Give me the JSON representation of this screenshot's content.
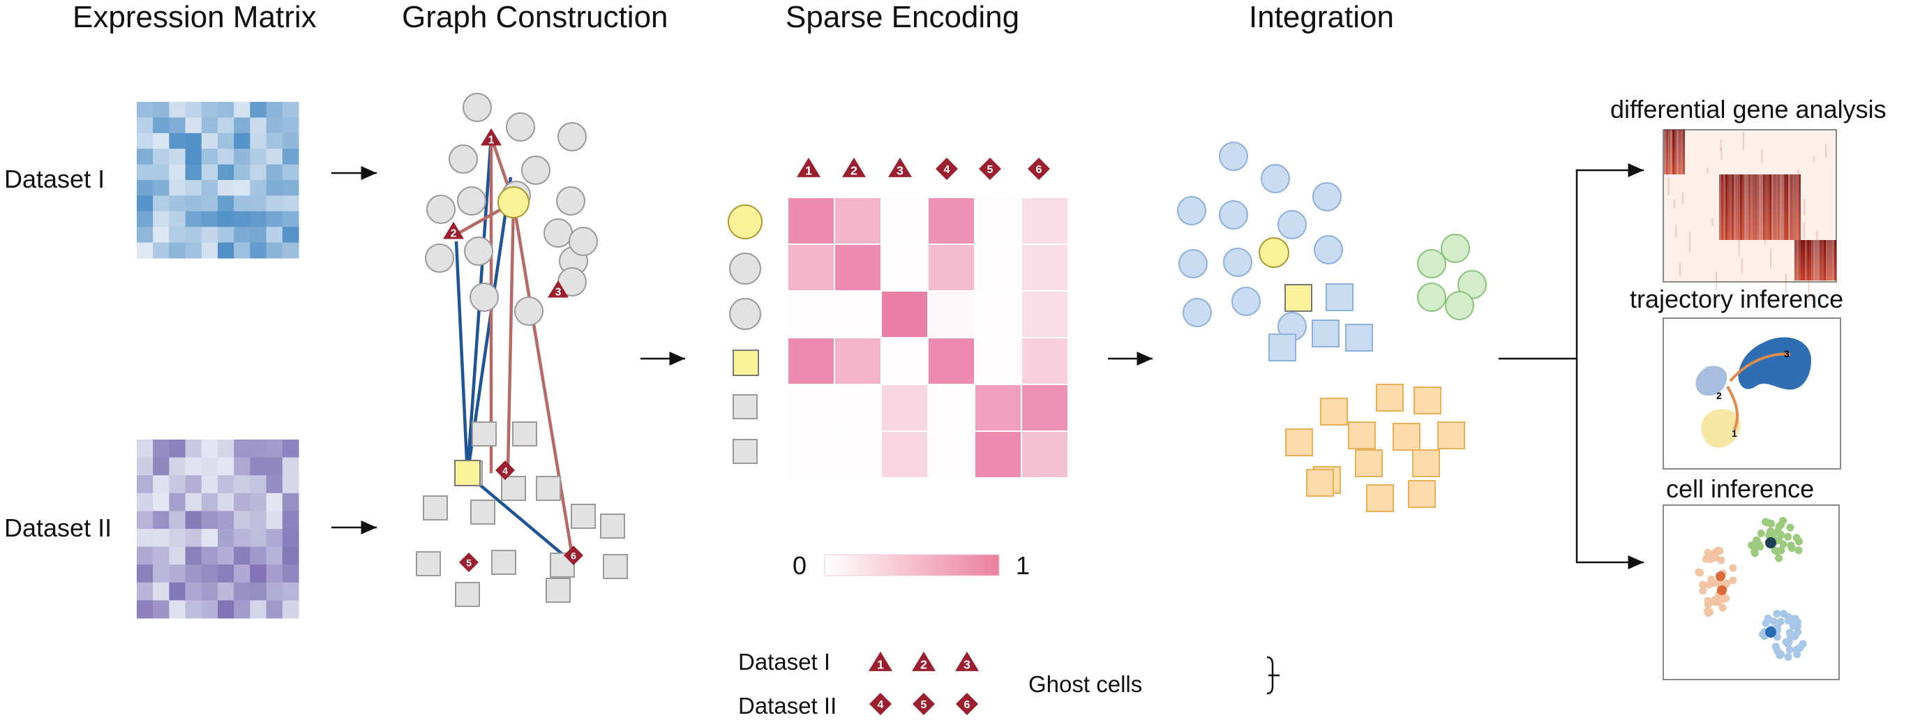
{
  "stages": {
    "expression_matrix": "Expression Matrix",
    "graph_construction": "Graph Construction",
    "sparse_encoding": "Sparse Encoding",
    "integration": "Integration"
  },
  "datasets": {
    "dataset_1": "Dataset I",
    "dataset_2": "Dataset II"
  },
  "ghost_markers": {
    "m1": "1",
    "m2": "2",
    "m3": "3",
    "m4": "4",
    "m5": "5",
    "m6": "6"
  },
  "colorbar": {
    "min": "0",
    "max": "1"
  },
  "legend": {
    "dataset_1": "Dataset I",
    "dataset_2": "Dataset II",
    "ghost_cells": "Ghost cells"
  },
  "downstream": {
    "differential": "differential gene analysis",
    "trajectory": "trajectory inference",
    "cell": "cell inference"
  },
  "trajectory_points": {
    "p1": "1",
    "p2": "2",
    "p3": "3"
  },
  "colors": {
    "dataset1_blue": "#4a8cc4",
    "dataset2_purple": "#7c70b4",
    "ghost_red": "#9b1f2e",
    "pink": "#e9779f",
    "yellow": "#fbf29a",
    "node_gray": "#e2e2e2",
    "cluster_blue": "#c9dcf1",
    "cluster_green": "#d3ecc9",
    "cluster_orange": "#fcdcaa"
  }
}
